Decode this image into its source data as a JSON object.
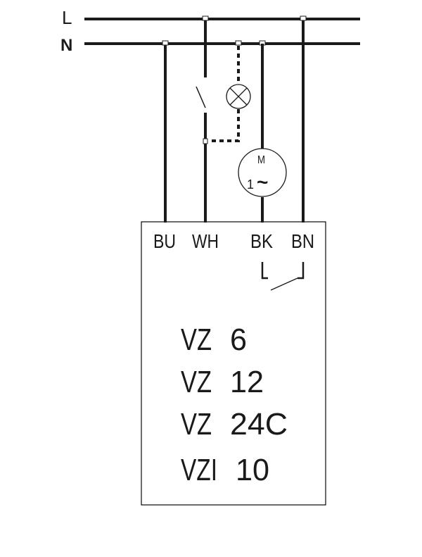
{
  "bus": {
    "line_label": "L",
    "neutral_label": "N"
  },
  "motor": {
    "letter": "M",
    "phase": "1",
    "symbol": "~"
  },
  "terminals": [
    "BU",
    "WH",
    "BK",
    "BN"
  ],
  "models": [
    {
      "series": "VZ",
      "size": "6"
    },
    {
      "series": "VZ",
      "size": "12"
    },
    {
      "series": "VZ",
      "size": "24C"
    },
    {
      "series": "VZI",
      "size": "10"
    }
  ]
}
